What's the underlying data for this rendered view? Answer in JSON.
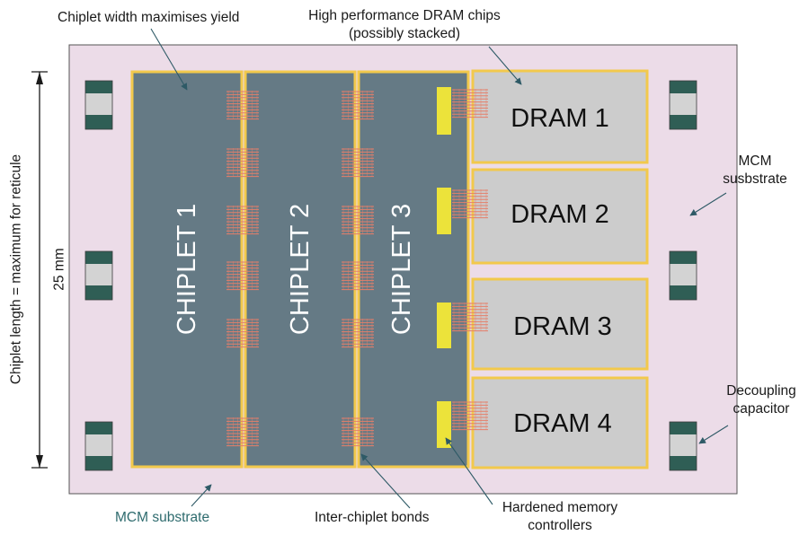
{
  "colors": {
    "substrate": "#ecdce8",
    "chiplet": "#657a85",
    "dram": "#cccccc",
    "border_yellow": "#f2c94c",
    "memory_controller": "#ece33a",
    "bond_lines": "#e57f6a",
    "capacitor_dark": "#2f5e55",
    "capacitor_light": "#d3d3d3",
    "arrow": "#2e5a66",
    "mcm_label": "#2e6b6e"
  },
  "chiplets": [
    {
      "label": "CHIPLET 1"
    },
    {
      "label": "CHIPLET 2"
    },
    {
      "label": "CHIPLET 3"
    }
  ],
  "drams": [
    {
      "label": "DRAM 1"
    },
    {
      "label": "DRAM 2"
    },
    {
      "label": "DRAM 3"
    },
    {
      "label": "DRAM 4"
    }
  ],
  "labels": {
    "chiplet_width": "Chiplet width maximises yield",
    "dram_line1": "High performance DRAM chips",
    "dram_line2": "(possibly stacked)",
    "mcm_right_line1": "MCM",
    "mcm_right_line2": "susbstrate",
    "decoupling_line1": "Decoupling",
    "decoupling_line2": "capacitor",
    "mcm_bottom": "MCM substrate",
    "inter_chiplet": "Inter-chiplet bonds",
    "hardened_line1": "Hardened memory",
    "hardened_line2": "controllers",
    "chiplet_length": "Chiplet length = maximum for reticule",
    "dimension": "25 mm"
  }
}
